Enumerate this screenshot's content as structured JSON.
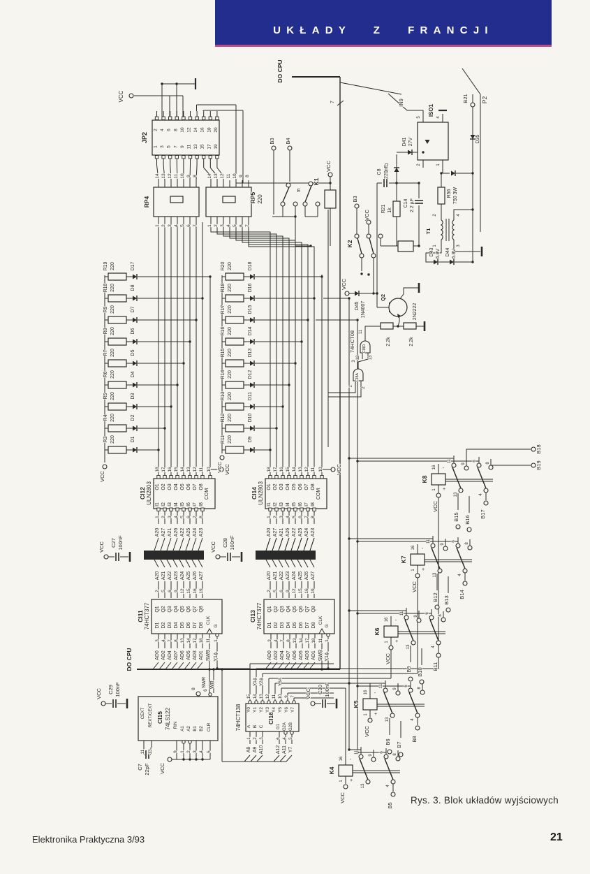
{
  "page": {
    "header_title": "UKŁADY Z FRANCJI",
    "caption": "Rys. 3. Blok układów wyjściowych",
    "footer_left": "Elektronika Praktyczna 3/93",
    "page_number": "21"
  },
  "colors": {
    "banner": "#232d8e",
    "paper": "#f7f5f0",
    "ink": "#2a2a2a"
  },
  "schematic": {
    "misc": {
      "vcc": "VCC",
      "do_cpu": "DO CPU",
      "seven": "7",
      "in9": "IN9",
      "p2": "P2",
      "b21": "B21",
      "b3": "B3",
      "b4": "B4",
      "e": "E",
      "k1": "K1",
      "k2": "K2",
      "iso1": "ISO1",
      "d40": "D40",
      "d41": "D41",
      "zv": "27V",
      "d35": "D35",
      "c8": "C8",
      "c8v": "220nF",
      "r21": "R21",
      "r21v": "1k",
      "c14": "C14",
      "c14v": "2.2 µF",
      "r56": "R56",
      "r56v": "750 3W",
      "t1": "T1",
      "d43": "D43",
      "d44": "D44",
      "dzv": "6.8V",
      "d45": "D45",
      "d45v": "1N4007",
      "q2": "Q2",
      "q2v": "2N2222",
      "ic08": "74HCT08",
      "ci8d": "CI8D",
      "ci8a": "CI8A",
      "swr": "SWR",
      "wr": "WR",
      "plus": "+",
      "minus": "-"
    },
    "t1_pins": [
      "1",
      "2",
      "3",
      "4"
    ],
    "iso_pins": [
      "5",
      "4",
      "2",
      "1"
    ],
    "ci8d_pins": [
      "11",
      "12",
      "13"
    ],
    "ci8a_pins": [
      "1",
      "2",
      "3"
    ],
    "jp2": {
      "ref": "JP2",
      "top": [
        "2",
        "4",
        "6",
        "8",
        "10",
        "12",
        "14",
        "16",
        "18",
        "20"
      ],
      "bottom": [
        "1",
        "3",
        "5",
        "7",
        "9",
        "11",
        "13",
        "15",
        "17",
        "19"
      ]
    },
    "rp4": {
      "ref": "RP4",
      "top": [
        "14",
        "13",
        "12",
        "11",
        "10",
        "9",
        "8"
      ],
      "bottom": [
        "1",
        "2",
        "3",
        "4",
        "5",
        "6",
        "7"
      ]
    },
    "rp5": {
      "ref": "RP5",
      "value": "220",
      "top": [
        "14",
        "13",
        "12",
        "11",
        "10",
        "9",
        "8"
      ],
      "bottom": [
        "1",
        "2",
        "3",
        "4",
        "5",
        "6",
        "7"
      ]
    },
    "left_chain": {
      "vcc": "VCC",
      "rows": [
        {
          "r": "R19",
          "v": "220",
          "d": "D17"
        },
        {
          "r": "R10",
          "v": "220",
          "d": "D8"
        },
        {
          "r": "R9",
          "v": "220",
          "d": "D7"
        },
        {
          "r": "R8",
          "v": "220",
          "d": "D6"
        },
        {
          "r": "R7",
          "v": "220",
          "d": "D5"
        },
        {
          "r": "R6",
          "v": "220",
          "d": "D4"
        },
        {
          "r": "R5",
          "v": "220",
          "d": "D3"
        },
        {
          "r": "R4",
          "v": "220",
          "d": "D2"
        },
        {
          "r": "R3",
          "v": "220",
          "d": "D1"
        }
      ]
    },
    "right_chain": {
      "vcc": "VCC",
      "rows": [
        {
          "r": "R20",
          "v": "220",
          "d": "D18"
        },
        {
          "r": "R18",
          "v": "220",
          "d": "D16"
        },
        {
          "r": "R17",
          "v": "220",
          "d": "D15"
        },
        {
          "r": "R16",
          "v": "220",
          "d": "D14"
        },
        {
          "r": "R15",
          "v": "220",
          "d": "D13"
        },
        {
          "r": "R14",
          "v": "220",
          "d": "D12"
        },
        {
          "r": "R13",
          "v": "220",
          "d": "D11"
        },
        {
          "r": "R12",
          "v": "220",
          "d": "D10"
        },
        {
          "r": "R11",
          "v": "220",
          "d": "D9"
        }
      ]
    },
    "uln": {
      "refs": [
        "CI12",
        "CI14"
      ],
      "part": "ULN2803",
      "top_pins": [
        "18",
        "17",
        "16",
        "15",
        "14",
        "13",
        "12",
        "11"
      ],
      "com_pin": "10",
      "outputs": [
        "O1",
        "O2",
        "O3",
        "O4",
        "O5",
        "O6",
        "O7",
        "O8"
      ],
      "com": "COM",
      "inputs_inside": [
        "I1",
        "I2",
        "I3",
        "I4",
        "I5",
        "I6",
        "I7",
        "I8"
      ],
      "bottom_pins": [
        "1",
        "2",
        "3",
        "4",
        "5",
        "6",
        "7",
        "8"
      ],
      "input_nets": [
        "A20",
        "A27",
        "A21",
        "A26",
        "A22",
        "A25",
        "A24",
        "A23"
      ],
      "vcc": "VCC"
    },
    "bus": {
      "bottom_nets": [
        "A20",
        "A21",
        "A22",
        "A23",
        "A24",
        "A25",
        "A26",
        "A27"
      ]
    },
    "caps": {
      "c27": {
        "vcc": "VCC",
        "ref": "C27",
        "val": "100nF"
      },
      "c28": {
        "vcc": "VCC",
        "ref": "C28",
        "val": "100nF"
      },
      "c29": {
        "vcc": "VCC",
        "ref": "C29",
        "val": "100nF"
      },
      "c30": {
        "vcc": "VCC",
        "ref": "C30",
        "val": "100nF"
      },
      "c7": {
        "ref": "C7",
        "val": "22pF"
      }
    },
    "latch": {
      "refs": [
        "CI11",
        "CI13"
      ],
      "part": "74HCT377",
      "top_pins": [
        "2",
        "5",
        "6",
        "9",
        "12",
        "15",
        "16",
        "19"
      ],
      "q": [
        "Q1",
        "Q2",
        "Q3",
        "Q4",
        "Q5",
        "Q6",
        "Q7",
        "Q8"
      ],
      "d": [
        "D1",
        "D2",
        "D3",
        "D4",
        "D5",
        "D6",
        "D7",
        "D8"
      ],
      "clk": "CLK",
      "g": "G",
      "clk_pin": "11",
      "g_pin": "1",
      "bottom_pins": [
        "3",
        "4",
        "7",
        "8",
        "13",
        "14",
        "17",
        "18"
      ],
      "input_nets": [
        "AD0",
        "AD2",
        "AD4",
        "AD7",
        "AD6",
        "AD5",
        "AD3",
        "AD1"
      ],
      "swr": "SWR",
      "y1a": "Y1A",
      "do_cpu": "DO CPU"
    },
    "mono": {
      "ref": "CI15",
      "part": "74LS122",
      "pins": [
        "CEXT",
        "REXT/CEXT",
        "RIN",
        "A1",
        "A2",
        "B1",
        "B2",
        "CLR"
      ],
      "pin_nums": [
        "11",
        "13",
        "9",
        "1",
        "2",
        "3",
        "4",
        "5"
      ],
      "q_pin": "8",
      "nq_pin": "6",
      "vcc": "VCC"
    },
    "decoder": {
      "ref": "CI16",
      "part": "74HCT138",
      "outputs": [
        "Y0",
        "Y1",
        "Y2",
        "Y3",
        "Y4",
        "Y5",
        "Y6",
        "Y7"
      ],
      "out_pins": [
        "15",
        "14",
        "13",
        "12",
        "11",
        "10",
        "9",
        "7"
      ],
      "ynames": [
        {
          "i": 1,
          "n": "Y1A"
        },
        {
          "i": 2,
          "n": "Y2A"
        },
        {
          "i": 5,
          "n": "Y5A"
        }
      ],
      "abc": [
        "A",
        "B",
        "C"
      ],
      "abc_pins": [
        "1",
        "2",
        "3"
      ],
      "en": [
        "G1",
        "G2A",
        "G2B"
      ],
      "en_pins": [
        "6",
        "4",
        "5"
      ],
      "addr_nets": [
        "A8",
        "A9",
        "A10"
      ],
      "en_nets": [
        "A12",
        "A11",
        "Y7"
      ]
    },
    "relays": {
      "pins": {
        "coil_top": "16",
        "coil_bot": "1",
        "minus": "-",
        "plus": "+",
        "vcc": "VCC",
        "c11": "11",
        "c9": "9",
        "c13": "13",
        "c6": "6",
        "c8": "8",
        "c4": "4"
      },
      "units": [
        {
          "ref": "K8",
          "single": "B17",
          "below": [
            "B15",
            "B16"
          ],
          "right": [
            "B18",
            "B19"
          ]
        },
        {
          "ref": "K7",
          "single": "B14",
          "below": [
            "B12",
            "B13"
          ],
          "right": []
        },
        {
          "ref": "K6",
          "single": "B11",
          "below": [
            "B9",
            "B10"
          ],
          "right": []
        },
        {
          "ref": "K5",
          "single": "B8",
          "below": [
            "B6",
            "B7"
          ],
          "right": []
        },
        {
          "ref": "K4",
          "single": "B5",
          "below": [],
          "right": []
        }
      ]
    }
  }
}
